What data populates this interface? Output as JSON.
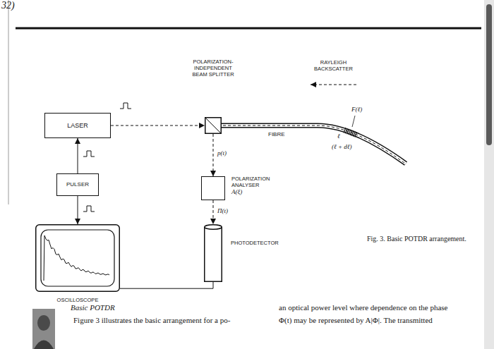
{
  "diagram": {
    "caption": "Fig. 3. Basic POTDR arrangement.",
    "nodes": [
      {
        "text": [
          "POLARIZATION- INDEPENDENT BEAM SPLITTER"
        ]
      },
      {
        "text": [
          "LASER"
        ]
      },
      {
        "text": [
          "PULSER"
        ]
      },
      {
        "text": [
          "POLARIZATION ANALYSER",
          "A(ξ)"
        ]
      },
      {
        "text": [
          "OSCILLOSCOPE"
        ]
      },
      {
        "text": [
          "PHOTODETECTOR"
        ]
      }
    ],
    "edges": [
      {
        "from": 1,
        "to": 0,
        "arrow": "to"
      },
      {
        "from": 2,
        "to": 1,
        "arrow": "to"
      },
      {
        "from": 2,
        "to": 4,
        "arrow": "to"
      },
      {
        "from": 0,
        "to": 3,
        "arrow": "to",
        "label": "p(t)"
      },
      {
        "from": 3,
        "to": 5,
        "arrow": "to",
        "label": "Π(t)"
      },
      {
        "from": 5,
        "to": 4,
        "arrow": "none"
      }
    ],
    "labels": [
      "32)",
      "RAYLEIGH BACKSCATTER",
      "FIBRE",
      "F(ℓ)",
      "ℓ",
      "(ℓ + dℓ)",
      "Basic POTDR",
      "Figure 3 illustrates the basic arrangement for a po-",
      "an optical power level where dependence on the phase",
      "Φ(t) may be represented by A|Φ|. The transmitted"
    ]
  }
}
